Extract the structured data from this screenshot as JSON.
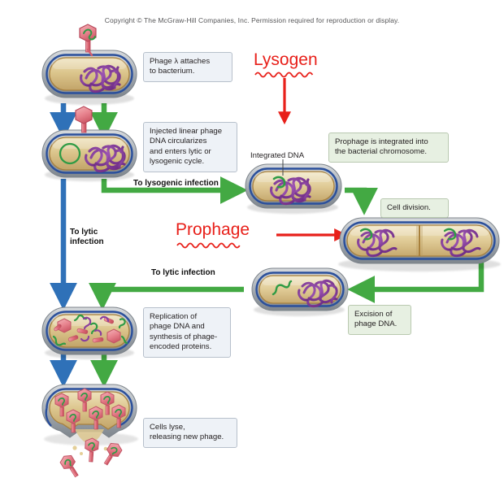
{
  "copyright": "Copyright © The McGraw-Hill Companies, Inc. Permission required for reproduction or display.",
  "annotations": [
    {
      "id": "lysogen",
      "text": "Lysogen",
      "color": "#e8201a"
    },
    {
      "id": "prophage",
      "text": "Prophage",
      "color": "#e8201a"
    }
  ],
  "steps": [
    {
      "id": "attach",
      "text": "Phage λ attaches\nto bacterium.",
      "style": "blue"
    },
    {
      "id": "inject",
      "text": "Injected linear phage\nDNA circularizes\nand enters lytic or\nlysogenic cycle.",
      "style": "blue"
    },
    {
      "id": "integrated",
      "text": "Prophage is integrated into\nthe bacterial chromosome.",
      "style": "green"
    },
    {
      "id": "division",
      "text": "Cell division.",
      "style": "green"
    },
    {
      "id": "excision",
      "text": "Excision of\nphage DNA.",
      "style": "green"
    },
    {
      "id": "replication",
      "text": "Replication of\nphage DNA and\nsynthesis of phage-\nencoded proteins.",
      "style": "blue"
    },
    {
      "id": "lysis",
      "text": "Cells lyse,\nreleasing new phage.",
      "style": "blue"
    }
  ],
  "leader_labels": [
    {
      "id": "integrated-dna",
      "text": "Integrated DNA"
    }
  ],
  "path_labels": [
    {
      "id": "to-lysogenic-infection",
      "text": "To lysogenic infection"
    },
    {
      "id": "to-lytic-infection-left",
      "text": "To lytic\ninfection"
    },
    {
      "id": "to-lytic-infection-mid",
      "text": "To lytic infection"
    }
  ],
  "colors": {
    "lytic_arrow": "#2f71b8",
    "lysogenic_arrow": "#43a943",
    "annotation_red": "#e8201a",
    "cell_wall_gray": "#a7adb3",
    "cell_membrane_blue": "#2a4f9b",
    "cytoplasm_tan": "#d8c186",
    "bacterial_dna_purple": "#8a3f9e",
    "phage_dna_green": "#2f9b45",
    "phage_head_pink": "#e8808c"
  }
}
